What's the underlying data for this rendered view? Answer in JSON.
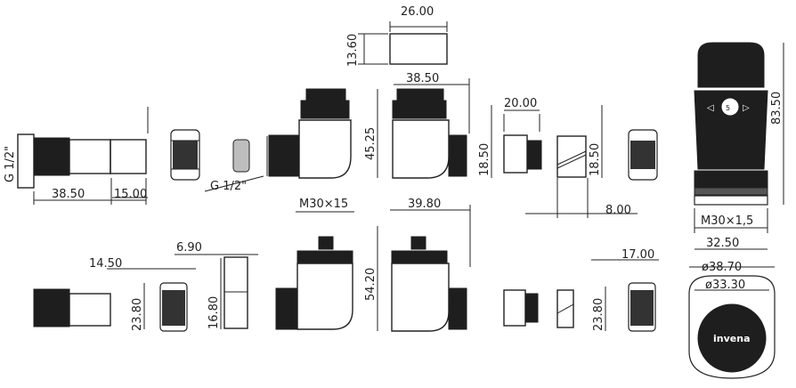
{
  "dimensions": {
    "cap_width": "26.00",
    "cap_height": "13.60",
    "elbow_width_top": "38.50",
    "elbow_height_top": "45.25",
    "nut_width": "20.00",
    "nut_height": "18.50",
    "ring_height": "18.50",
    "ring_offset": "8.00",
    "head_height": "83.50",
    "thread_small": "M30×1,5",
    "head_width": "32.50",
    "cap_outer_dia": "ø38.70",
    "cap_inner_dia": "ø33.30",
    "straight_length": "38.50",
    "straight_offset": "15.00",
    "thread_label_left": "G 1/2\"",
    "thread_label_center": "G 1/2\"",
    "thread_m30x15": "M30×15",
    "elbow_width_bottom": "39.80",
    "elbow_height_bottom": "54.20",
    "tube_length": "14.50",
    "nut2_height": "23.80",
    "plate_width": "6.90",
    "plate_height": "16.80",
    "nut3_width": "17.00",
    "nut3_height": "23.80"
  },
  "brand": "invena"
}
